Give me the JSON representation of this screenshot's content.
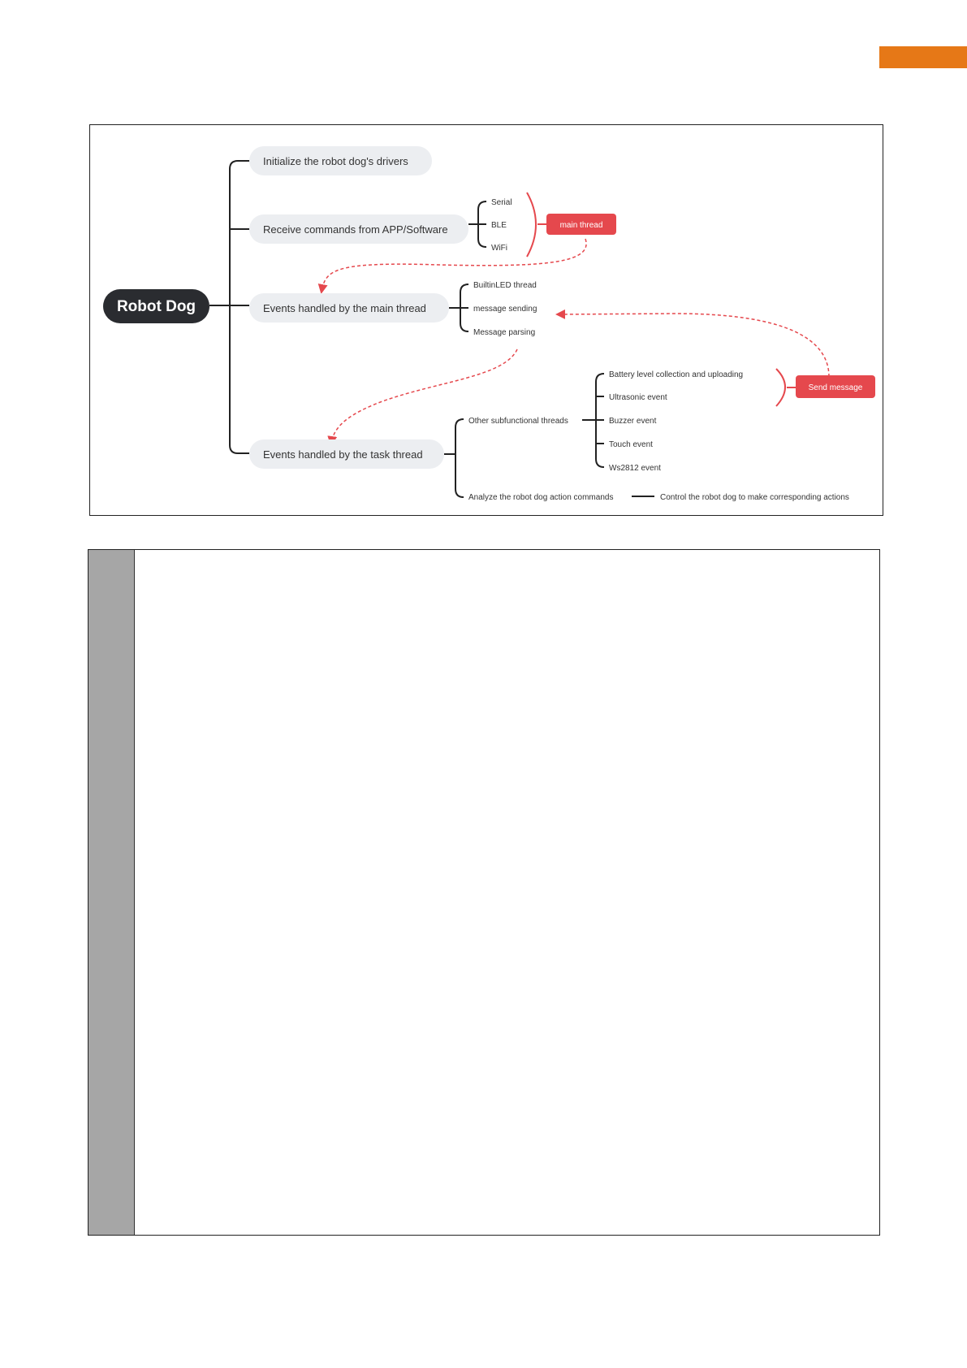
{
  "colors": {
    "accent": "#e67817",
    "root_fill": "#2a2c30",
    "node_fill": "#eceef1",
    "red": "#e5484d",
    "line": "#222222",
    "gutter": "#a6a6a6"
  },
  "diagram": {
    "root": "Robot Dog",
    "branches": {
      "init": "Initialize the robot dog's drivers",
      "receive": "Receive commands from APP/Software",
      "main_events": "Events handled by the main thread",
      "task_events": "Events handled by the task thread"
    },
    "receive_children": [
      "Serial",
      "BLE",
      "WiFi"
    ],
    "main_thread_tag": "main thread",
    "main_children": [
      "BuiltinLED thread",
      "message sending",
      "Message parsing"
    ],
    "other_threads": "Other subfunctional threads",
    "sub_threads": [
      "Battery level collection and uploading",
      "Ultrasonic event",
      "Buzzer event",
      "Touch event",
      "Ws2812 event"
    ],
    "send_message_tag": "Send message",
    "analyze": "Analyze the robot dog action commands",
    "control": "Control the robot dog to make corresponding actions"
  }
}
